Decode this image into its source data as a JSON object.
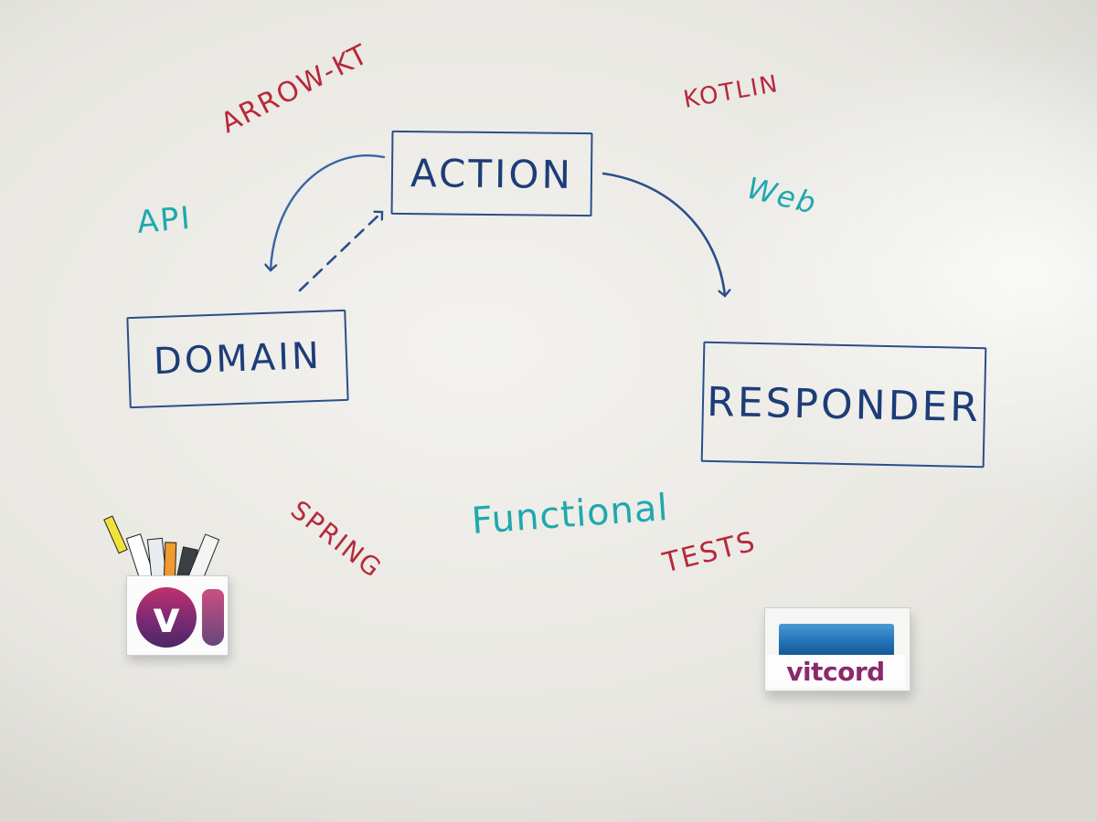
{
  "boxes": {
    "action": "ACTION",
    "domain": "DOMAIN",
    "responder": "RESPONDER"
  },
  "words": {
    "arrow_kt": "ARROW-KT",
    "kotlin": "KOTLIN",
    "api": "API",
    "web": "Web",
    "spring": "SPRING",
    "functional": "Functional",
    "tests": "TESTS"
  },
  "logos": {
    "pen_holder_mark": "v",
    "eraser_brand": "vitcord"
  },
  "colors": {
    "marker_blue": "#1d3d78",
    "marker_red": "#b8283a",
    "marker_teal": "#1fa8ae",
    "brand_purple": "#8a2a6e"
  }
}
